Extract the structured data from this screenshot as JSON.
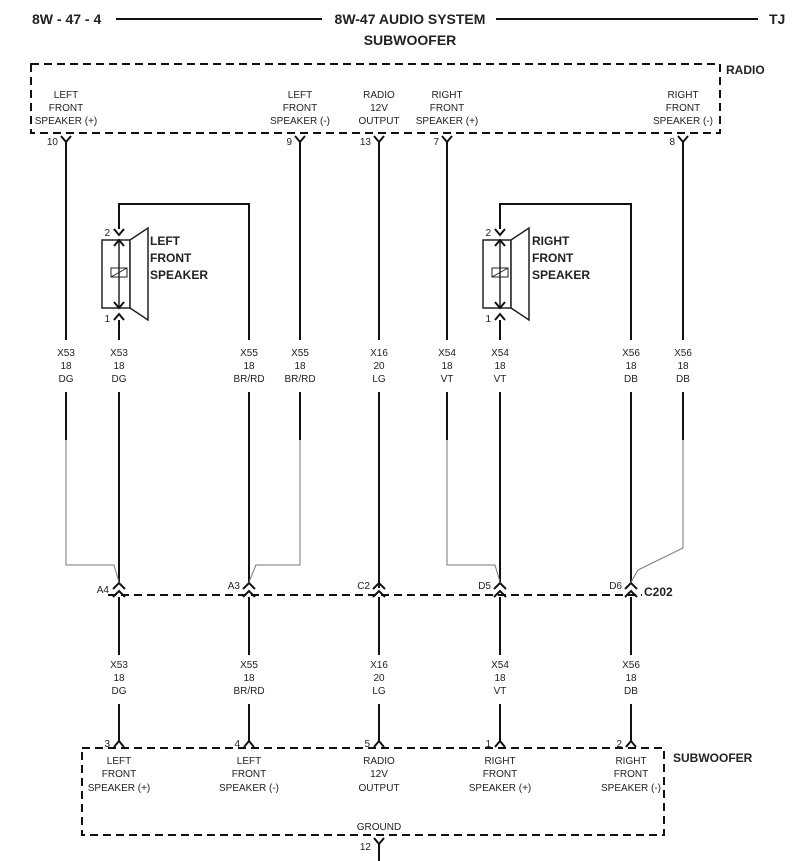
{
  "header": {
    "page_ref": "8W - 47 - 4",
    "title": "8W-47 AUDIO SYSTEM",
    "subtitle": "SUBWOOFER",
    "model": "TJ"
  },
  "radio": {
    "label": "RADIO",
    "pins": [
      {
        "num": "10",
        "lines": [
          "LEFT",
          "FRONT",
          "SPEAKER (+)"
        ]
      },
      {
        "num": "9",
        "lines": [
          "LEFT",
          "FRONT",
          "SPEAKER (-)"
        ]
      },
      {
        "num": "13",
        "lines": [
          "RADIO",
          "12V",
          "OUTPUT"
        ]
      },
      {
        "num": "7",
        "lines": [
          "RIGHT",
          "FRONT",
          "SPEAKER (+)"
        ]
      },
      {
        "num": "8",
        "lines": [
          "RIGHT",
          "FRONT",
          "SPEAKER (-)"
        ]
      }
    ]
  },
  "speakers": [
    {
      "name": [
        "LEFT",
        "FRONT",
        "SPEAKER"
      ],
      "pin_top": "2",
      "pin_bottom": "1"
    },
    {
      "name": [
        "RIGHT",
        "FRONT",
        "SPEAKER"
      ],
      "pin_top": "2",
      "pin_bottom": "1"
    }
  ],
  "upper_wires": [
    {
      "circuit": "X53",
      "gauge": "18",
      "color": "DG"
    },
    {
      "circuit": "X53",
      "gauge": "18",
      "color": "DG"
    },
    {
      "circuit": "X55",
      "gauge": "18",
      "color": "BR/RD"
    },
    {
      "circuit": "X55",
      "gauge": "18",
      "color": "BR/RD"
    },
    {
      "circuit": "X16",
      "gauge": "20",
      "color": "LG"
    },
    {
      "circuit": "X54",
      "gauge": "18",
      "color": "VT"
    },
    {
      "circuit": "X54",
      "gauge": "18",
      "color": "VT"
    },
    {
      "circuit": "X56",
      "gauge": "18",
      "color": "DB"
    },
    {
      "circuit": "X56",
      "gauge": "18",
      "color": "DB"
    }
  ],
  "connector": {
    "name": "C202",
    "cavities": [
      "A4",
      "A3",
      "C2",
      "D5",
      "D6"
    ]
  },
  "lower_wires": [
    {
      "circuit": "X53",
      "gauge": "18",
      "color": "DG"
    },
    {
      "circuit": "X55",
      "gauge": "18",
      "color": "BR/RD"
    },
    {
      "circuit": "X16",
      "gauge": "20",
      "color": "LG"
    },
    {
      "circuit": "X54",
      "gauge": "18",
      "color": "VT"
    },
    {
      "circuit": "X56",
      "gauge": "18",
      "color": "DB"
    }
  ],
  "subwoofer": {
    "label": "SUBWOOFER",
    "pins": [
      {
        "num": "3",
        "lines": [
          "LEFT",
          "FRONT",
          "SPEAKER (+)"
        ]
      },
      {
        "num": "4",
        "lines": [
          "LEFT",
          "FRONT",
          "SPEAKER (-)"
        ]
      },
      {
        "num": "5",
        "lines": [
          "RADIO",
          "12V",
          "OUTPUT"
        ]
      },
      {
        "num": "1",
        "lines": [
          "RIGHT",
          "FRONT",
          "SPEAKER (+)"
        ]
      },
      {
        "num": "2",
        "lines": [
          "RIGHT",
          "FRONT",
          "SPEAKER (-)"
        ]
      }
    ],
    "ground_label": "GROUND",
    "ground_pin": "12"
  }
}
